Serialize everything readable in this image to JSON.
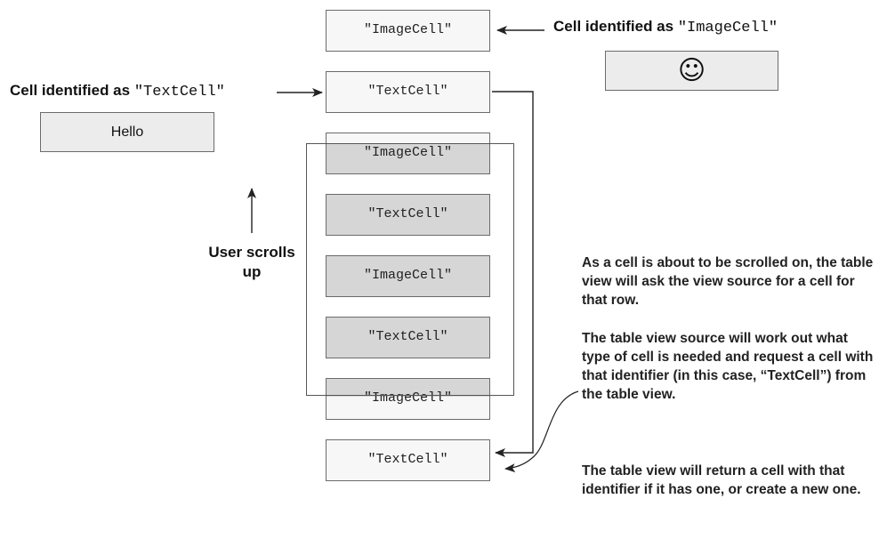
{
  "cells": [
    {
      "text": "\"ImageCell\"",
      "shade": "white"
    },
    {
      "text": "\"TextCell\"",
      "shade": "white"
    },
    {
      "text": "\"ImageCell\"",
      "shade": "gray"
    },
    {
      "text": "\"TextCell\"",
      "shade": "gray"
    },
    {
      "text": "\"ImageCell\"",
      "shade": "gray"
    },
    {
      "text": "\"TextCell\"",
      "shade": "gray"
    },
    {
      "text": "\"ImageCell\"",
      "shade": "white"
    },
    {
      "text": "\"TextCell\"",
      "shade": "white"
    }
  ],
  "image_cell_label": {
    "prefix": "Cell identified as",
    "identifier": "\"ImageCell\""
  },
  "text_cell_label": {
    "prefix": "Cell identified as",
    "identifier": "\"TextCell\""
  },
  "image_preview": {
    "icon": "smiley-face-icon",
    "glyph": "☺"
  },
  "text_preview": {
    "text": "Hello"
  },
  "scroll_label": {
    "line1": "User scrolls",
    "line2": "up"
  },
  "notes": [
    "As a cell is about to be scrolled on, the table view will ask the view source for a cell for that row.",
    "The table view source will work out what type of cell is needed and request a cell with that identifier (in this case, “TextCell”) from the table view.",
    "The table view will return a cell with that identifier if it has one, or create a new one."
  ],
  "colors": {
    "white_cell": "#f7f7f7",
    "gray_cell": "#d6d6d6",
    "stroke": "#333333"
  }
}
